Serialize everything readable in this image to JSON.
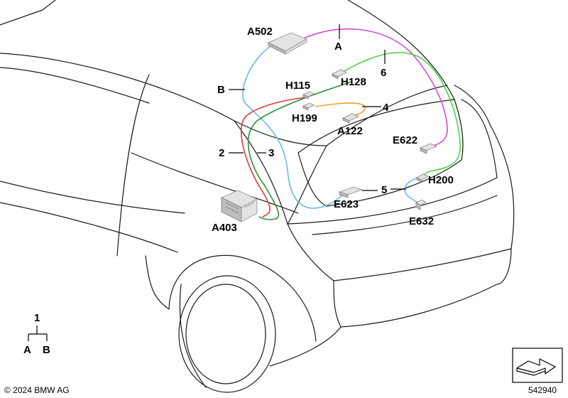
{
  "labels": {
    "A502": "A502",
    "A": "A",
    "B": "B",
    "H115": "H115",
    "H128": "H128",
    "n6": "6",
    "H199": "H199",
    "n4": "4",
    "A122": "A122",
    "E622": "E622",
    "n2": "2",
    "n3": "3",
    "A403": "A403",
    "E623": "E623",
    "n5": "5",
    "H200": "H200",
    "E632": "E632"
  },
  "legend": {
    "parent": "1",
    "child_a": "A",
    "child_b": "B"
  },
  "footer": {
    "copyright": "© 2024 BMW AG",
    "image_number": "542940"
  },
  "colors": {
    "wire_a": "#d24bd8",
    "wire_b": "#6ab9e6",
    "wire_2": "#e03a3a",
    "wire_3": "#2f8f3a",
    "wire_4": "#f0a030",
    "wire_6": "#52d44a"
  }
}
